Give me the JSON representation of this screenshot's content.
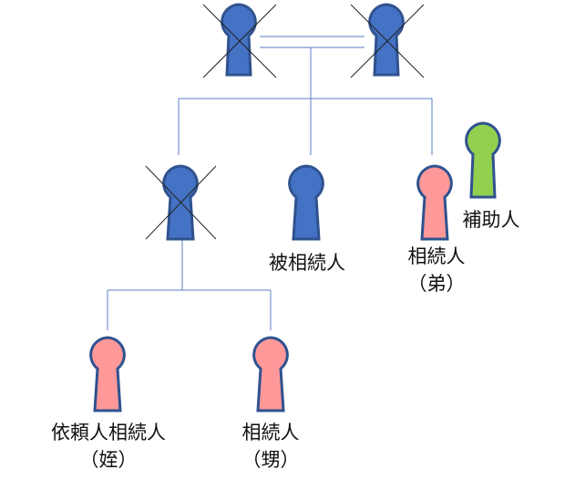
{
  "colors": {
    "line": "#5b7fc7",
    "cross": "#222222",
    "blue_fill": "#4472c4",
    "blue_stroke": "#2f528f",
    "pink_fill": "#ff9999",
    "pink_stroke": "#2f528f",
    "green_fill": "#92d050",
    "green_stroke": "#2f528f"
  },
  "labels": {
    "decedent": "被相続人",
    "brother_heir": "相続人",
    "brother_relation": "（弟）",
    "assistant": "補助人",
    "niece_heir": "依頼人相続人",
    "niece_relation": "（姪）",
    "nephew_heir": "相続人",
    "nephew_relation": "（甥）"
  }
}
